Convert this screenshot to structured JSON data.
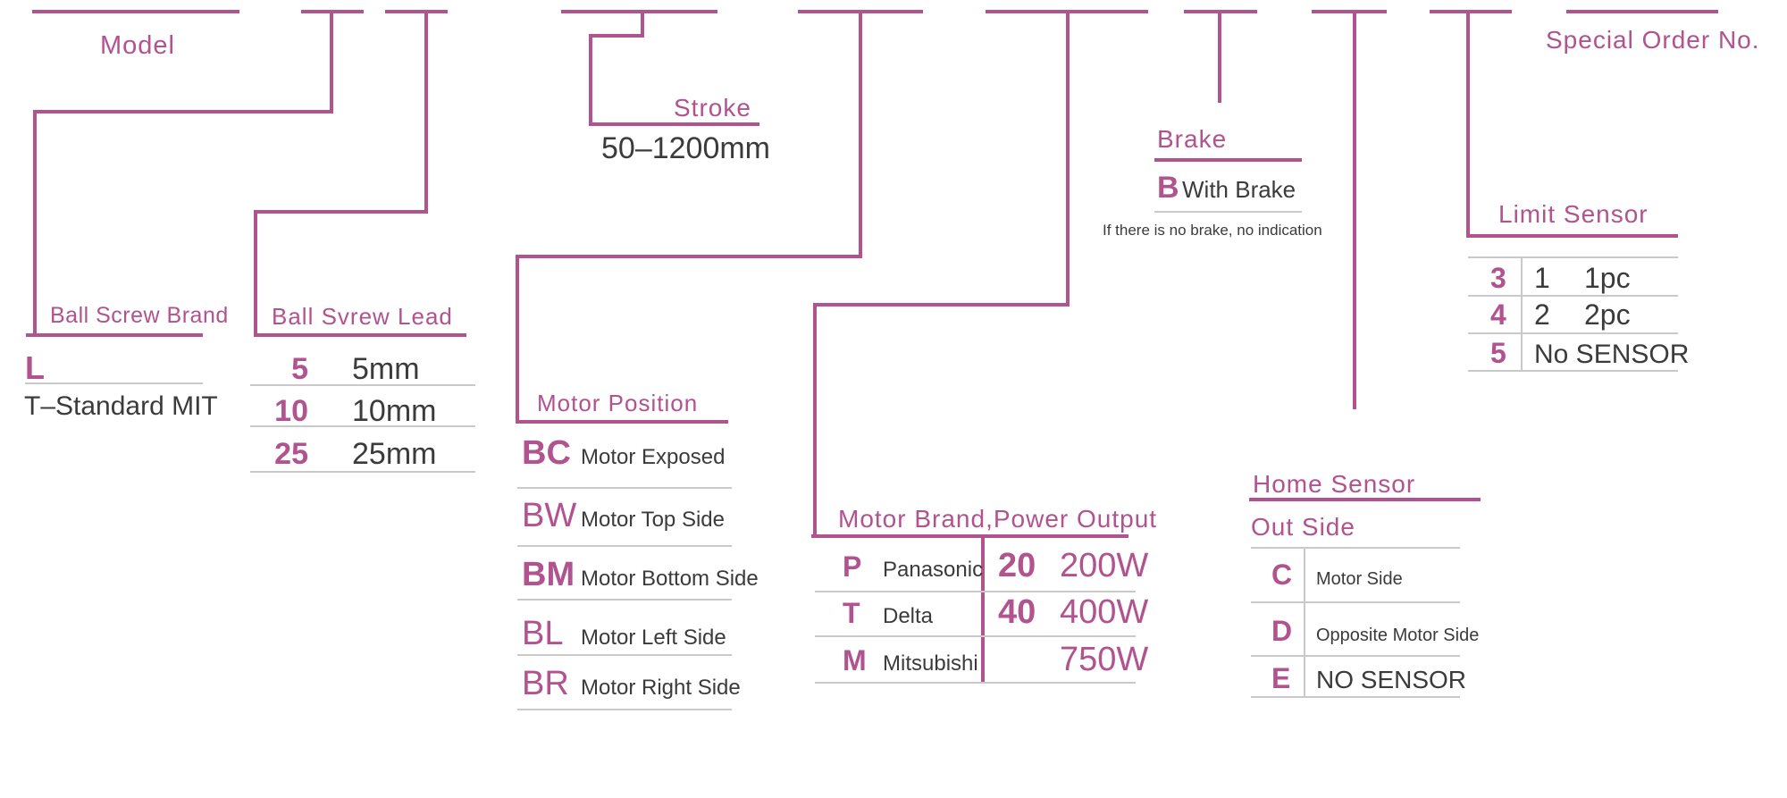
{
  "colors": {
    "accent": "#b0538f",
    "text_dark": "#3b3b3b",
    "line_gray": "#c9c9c9"
  },
  "top": {
    "model_label": "Model",
    "special_order_label": "Special Order No."
  },
  "ball_screw_brand": {
    "title": "Ball Screw Brand",
    "code": "L",
    "description": "T–Standard MIT"
  },
  "ball_screw_lead": {
    "title": "Ball Svrew Lead",
    "rows": [
      {
        "code": "5",
        "value": "5mm"
      },
      {
        "code": "10",
        "value": "10mm"
      },
      {
        "code": "25",
        "value": "25mm"
      }
    ]
  },
  "stroke": {
    "title": "Stroke",
    "range": "50–1200mm"
  },
  "motor_position": {
    "title": "Motor Position",
    "rows": [
      {
        "code": "BC",
        "label": "Motor Exposed"
      },
      {
        "code": "BW",
        "label": "Motor Top Side"
      },
      {
        "code": "BM",
        "label": "Motor Bottom Side"
      },
      {
        "code": "BL",
        "label": "Motor Left Side"
      },
      {
        "code": "BR",
        "label": "Motor Right Side"
      }
    ]
  },
  "motor_brand_power": {
    "title": "Motor Brand,Power Output",
    "brands": [
      {
        "code": "P",
        "name": "Panasonic"
      },
      {
        "code": "T",
        "name": "Delta"
      },
      {
        "code": "M",
        "name": "Mitsubishi"
      }
    ],
    "powers": [
      {
        "code": "20",
        "value": "200W"
      },
      {
        "code": "40",
        "value": "400W"
      },
      {
        "code": "",
        "value": "750W"
      }
    ]
  },
  "brake": {
    "title": "Brake",
    "code": "B",
    "label": "With Brake",
    "note": "If there is no brake, no indication"
  },
  "home_sensor": {
    "title": "Home Sensor",
    "subtitle": "Out Side",
    "rows": [
      {
        "code": "C",
        "label": "Motor Side"
      },
      {
        "code": "D",
        "label": "Opposite Motor Side"
      },
      {
        "code": "E",
        "label": "NO SENSOR"
      }
    ]
  },
  "limit_sensor": {
    "title": "Limit Sensor",
    "rows": [
      {
        "code": "3",
        "qty": "1",
        "label": "1pc"
      },
      {
        "code": "4",
        "qty": "2",
        "label": "2pc"
      },
      {
        "code": "5",
        "qty": "",
        "label": "No SENSOR"
      }
    ]
  }
}
